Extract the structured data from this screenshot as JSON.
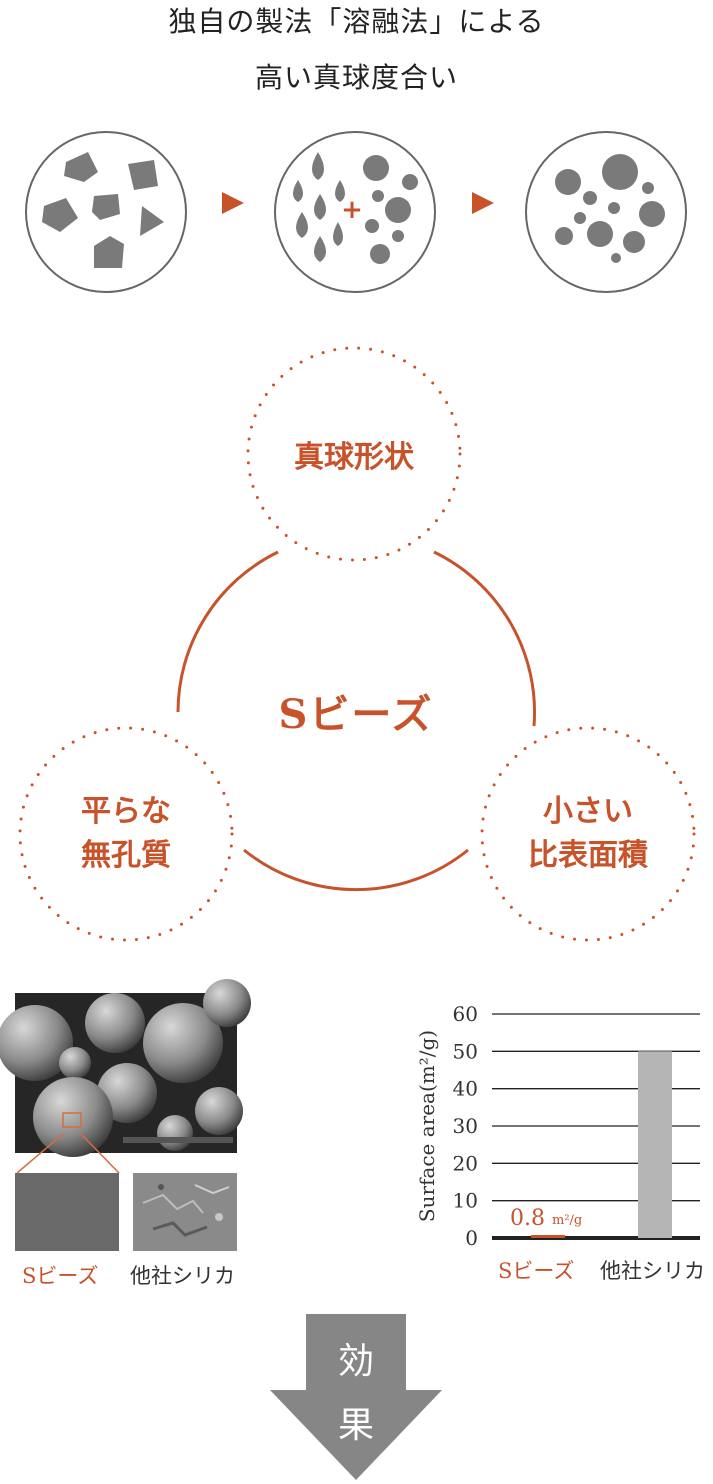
{
  "heading": {
    "line1": "独自の製法「溶融法」による",
    "line2": "高い真球度合い"
  },
  "process": {
    "plus": "+",
    "colors": {
      "particle": "#7a7a7a",
      "accent": "#c8532b",
      "ring": "#666666"
    }
  },
  "features": {
    "center": "Sビーズ",
    "top": {
      "line1": "真球形状"
    },
    "left": {
      "line1": "平らな",
      "line2": "無孔質"
    },
    "right": {
      "line1": "小さい",
      "line2": "比表面積"
    }
  },
  "photos": {
    "caption_sbeads": "Sビーズ",
    "caption_other": "他社シリカ"
  },
  "chart_data": {
    "type": "bar",
    "ylabel": "Surface area(m²/g)",
    "ylim": [
      0,
      60
    ],
    "yticks": [
      0,
      10,
      20,
      30,
      40,
      50,
      60
    ],
    "categories": [
      "Sビーズ",
      "他社シリカ"
    ],
    "values": [
      0.8,
      50
    ],
    "annotation": {
      "value": "0.8",
      "unit": "m²/g"
    },
    "colors": [
      "#c8532b",
      "#b5b5b5"
    ]
  },
  "effect": {
    "char1": "効",
    "char2": "果"
  }
}
